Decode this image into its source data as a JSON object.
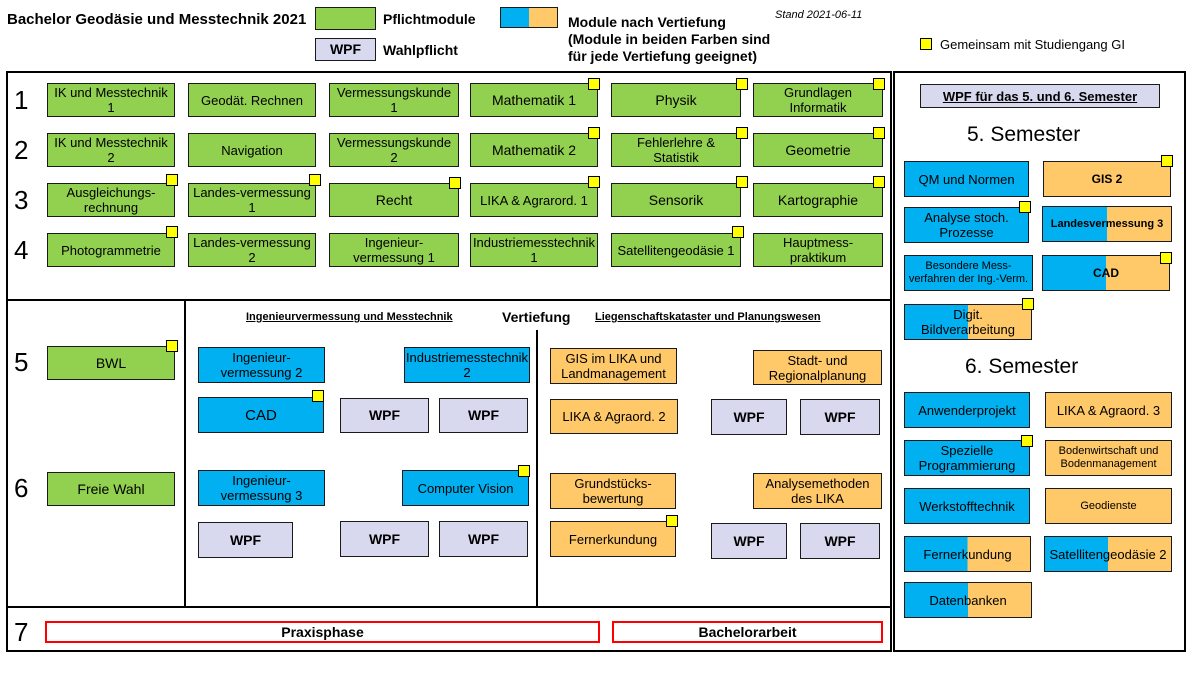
{
  "header": {
    "title": "Bachelor Geodäsie und Messtechnik 2021",
    "stand": "Stand 2021-06-11"
  },
  "legend": {
    "pflicht": "Pflichtmodule",
    "wpf_box": "WPF",
    "wahlpflicht": "Wahlpflicht",
    "vertiefung_line1": "Module nach Vertiefung",
    "vertiefung_line2": "(Module in beiden Farben sind",
    "vertiefung_line3": "für jede Vertiefung geeignet)",
    "gemeinsam": "Gemeinsam mit Studiengang GI"
  },
  "colors": {
    "pflicht": "#92d050",
    "vertiefung_ingenieur": "#00b0f0",
    "vertiefung_liegenschaft": "#ffc869",
    "wpf": "#d8d8ee",
    "gemeinsam_marker": "#ffff00",
    "praxis_border": "#ff0000"
  },
  "semesters": {
    "s1": "1",
    "s2": "2",
    "s3": "3",
    "s4": "4",
    "s5": "5",
    "s6": "6",
    "s7": "7"
  },
  "grid": {
    "r1": [
      "IK und Messtechnik 1",
      "Geodät. Rechnen",
      "Vermessungskunde 1",
      "Mathematik 1",
      "Physik",
      "Grundlagen Informatik"
    ],
    "r2": [
      "IK und Messtechnik 2",
      "Navigation",
      "Vermessungskunde 2",
      "Mathematik 2",
      "Fehlerlehre & Statistik",
      "Geometrie"
    ],
    "r3": [
      "Ausgleichungs-rechnung",
      "Landes-vermessung 1",
      "Recht",
      "LIKA & Agrarord. 1",
      "Sensorik",
      "Kartographie"
    ],
    "r4": [
      "Photogrammetrie",
      "Landes-vermessung 2",
      "Ingenieur-vermessung 1",
      "Industriemesstechnik 1",
      "Satellitengeodäsie 1",
      "Hauptmess-praktikum"
    ]
  },
  "lower": {
    "bwl": "BWL",
    "freie_wahl": "Freie Wahl",
    "vertiefung": "Vertiefung",
    "head_ing": "Ingenieurvermessung und Messtechnik",
    "head_lie": "Liegenschaftskataster und Planungswesen",
    "ing5a": "Ingenieur-vermessung 2",
    "ing5b": "Industriemesstechnik 2",
    "ing5c": "CAD",
    "ing6a": "Ingenieur-vermessung 3",
    "ing6b": "Computer Vision",
    "lie5a": "GIS im LIKA und Landmanagement",
    "lie5b": "Stadt- und Regionalplanung",
    "lie5c": "LIKA & Agraord. 2",
    "lie6a": "Grundstücks-bewertung",
    "lie6b": "Analysemethoden des LIKA",
    "lie6c": "Fernerkundung",
    "wpf": "WPF"
  },
  "bottom": {
    "praxis": "Praxisphase",
    "bachelor": "Bachelorarbeit"
  },
  "wpf_panel": {
    "title": "WPF für das 5. und 6. Semester",
    "sem5": "5. Semester",
    "sem6": "6. Semester",
    "s5_qm": "QM und Normen",
    "s5_gis2": "GIS 2",
    "s5_analyse": "Analyse stoch. Prozesse",
    "s5_landes3": "Landesvermessung 3",
    "s5_besondere": "Besondere Mess-verfahren der Ing.-Verm.",
    "s5_cad": "CAD",
    "s5_digit": "Digit. Bildverarbeitung",
    "s6_anwender": "Anwenderprojekt",
    "s6_lika3": "LIKA & Agraord. 3",
    "s6_spezielle": "Spezielle Programmierung",
    "s6_bodenw": "Bodenwirtschaft und Bodenmanagement",
    "s6_werkstoff": "Werkstofftechnik",
    "s6_geodienste": "Geodienste",
    "s6_fernerk": "Fernerkundung",
    "s6_satgeo2": "Satellitengeodäsie 2",
    "s6_datenbanken": "Datenbanken"
  }
}
